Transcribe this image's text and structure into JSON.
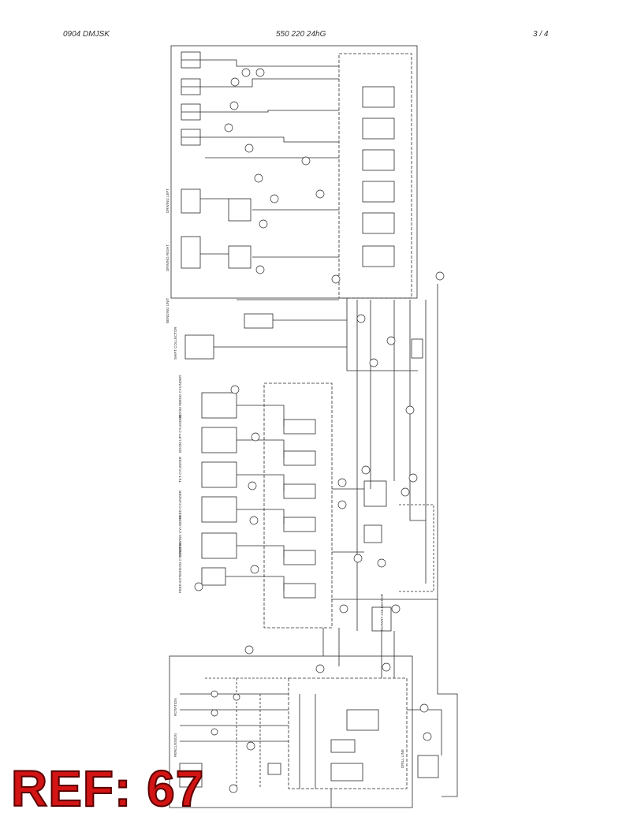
{
  "header": {
    "left_code": "0904 DMJSK",
    "part_number": "550 220 24hG",
    "page": "3 /  4"
  },
  "stamp": {
    "ref_text": "REF: 67"
  },
  "colors": {
    "line": "#2a2a2a",
    "ref_fill": "#d21414",
    "ref_outline": "#5a0000"
  },
  "labels": {
    "driving_left": "DRIVING LEFT",
    "driving_right": "DRIVING RIGHT",
    "bending_unit": "BENDING UNIT",
    "shift_collector": "SHIFT COLLECTOR",
    "boom_swing": "BOOM SWING CYLINDER",
    "boom_lift": "BOOM LIFT CYLINDER",
    "tilt": "TILT CYLINDER",
    "feed": "FEED CYLINDER",
    "feed_swing": "FEED SWING CYLINDER",
    "feed_extension": "FEED EXTENSION CYLINDER",
    "rotation": "ROTATION",
    "percussion": "PERCUSSION",
    "drill_line": "DRILL LINE",
    "rotary_collector": "ROTARY COLLECTOR"
  }
}
